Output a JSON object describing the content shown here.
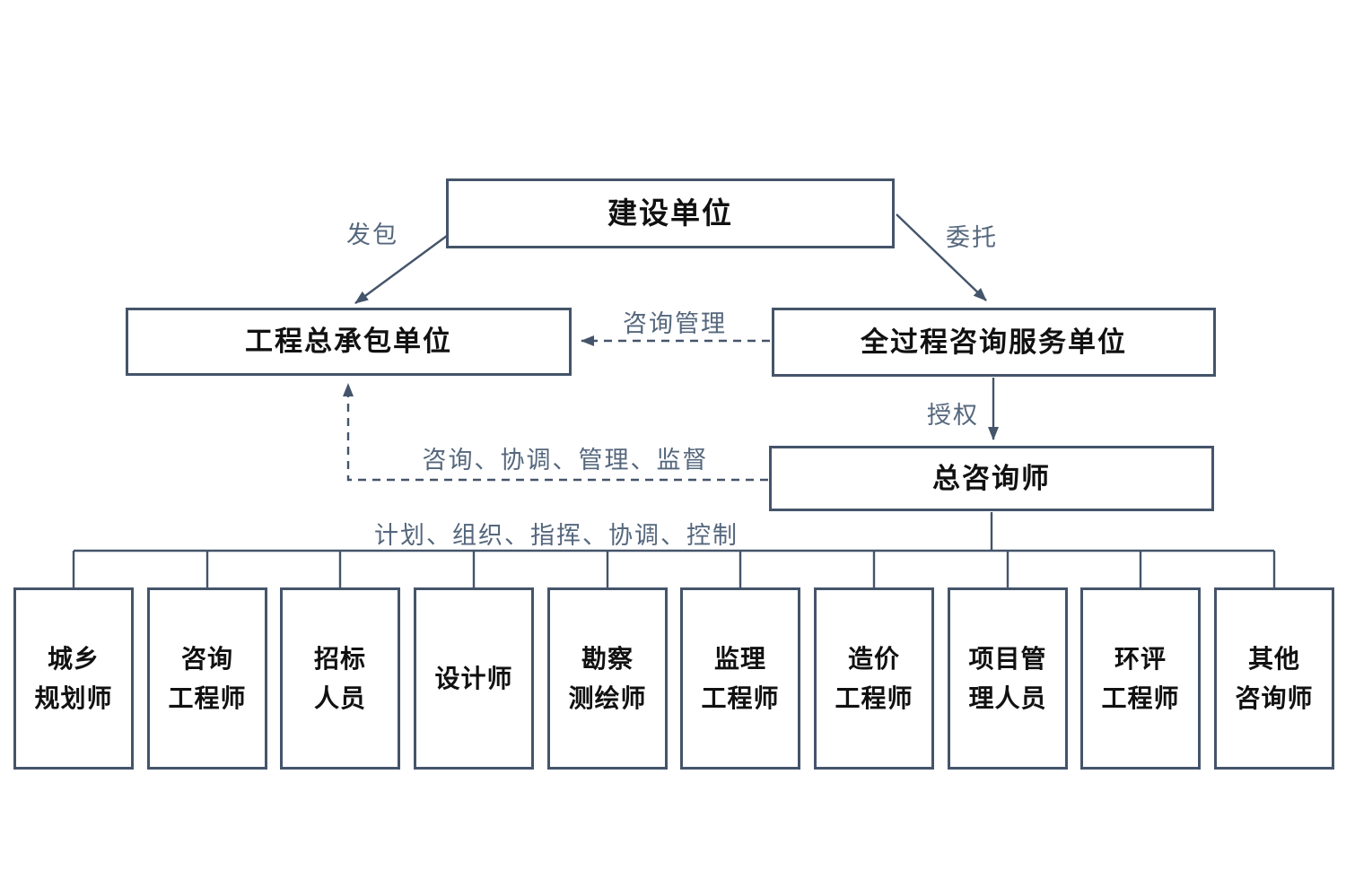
{
  "diagram": {
    "title_hint": "全过程工程咨询组织结构图",
    "nodes": {
      "owner": {
        "label": "建设单位"
      },
      "epc": {
        "label": "工程总承包单位"
      },
      "consulting_unit": {
        "label": "全过程咨询服务单位"
      },
      "chief_consultant": {
        "label": "总咨询师"
      }
    },
    "edge_labels": {
      "contract_out": "发包",
      "entrust": "委托",
      "consulting_management": "咨询管理",
      "authorize": "授权",
      "consult_coordinate_manage_supervise": "咨询、协调、管理、监督",
      "plan_organize_command_coordinate_control": "计划、组织、指挥、协调、控制"
    },
    "specialists": [
      {
        "label": "城乡\n规划师"
      },
      {
        "label": "咨询\n工程师"
      },
      {
        "label": "招标\n人员"
      },
      {
        "label": "设计师"
      },
      {
        "label": "勘察\n测绘师"
      },
      {
        "label": "监理\n工程师"
      },
      {
        "label": "造价\n工程师"
      },
      {
        "label": "项目管\n理人员"
      },
      {
        "label": "环评\n工程师"
      },
      {
        "label": "其他\n咨询师"
      }
    ],
    "colors": {
      "background": "#ffffff",
      "box_border": "#44546a",
      "connector_line": "#44546a",
      "edge_label_text": "#55677d",
      "box_text": "#111111"
    }
  }
}
